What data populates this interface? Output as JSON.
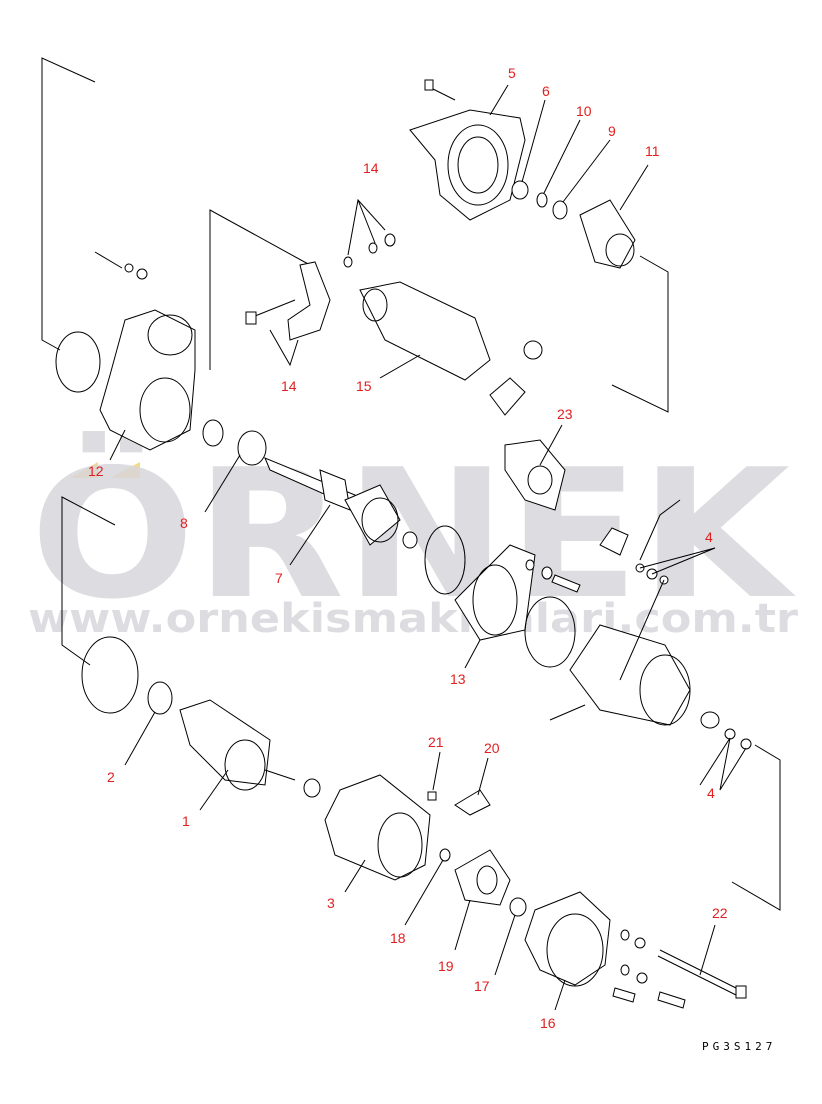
{
  "watermark": {
    "brand": "ÖRNEK",
    "url": "www.ornekismakinalari.com.tr",
    "dot_color": "#f5d98a",
    "text_color": "#d8d6dc"
  },
  "callout_color": "#e02020",
  "drawing_code": "PG3S127",
  "callouts": [
    {
      "id": "c5",
      "label": "5"
    },
    {
      "id": "c6",
      "label": "6"
    },
    {
      "id": "c10",
      "label": "10"
    },
    {
      "id": "c9",
      "label": "9"
    },
    {
      "id": "c11",
      "label": "11"
    },
    {
      "id": "c14a",
      "label": "14"
    },
    {
      "id": "c14b",
      "label": "14"
    },
    {
      "id": "c15",
      "label": "15"
    },
    {
      "id": "c23",
      "label": "23"
    },
    {
      "id": "c12",
      "label": "12"
    },
    {
      "id": "c8",
      "label": "8"
    },
    {
      "id": "c7",
      "label": "7"
    },
    {
      "id": "c4a",
      "label": "4"
    },
    {
      "id": "c13",
      "label": "13"
    },
    {
      "id": "c2",
      "label": "2"
    },
    {
      "id": "c1",
      "label": "1"
    },
    {
      "id": "c21",
      "label": "21"
    },
    {
      "id": "c20",
      "label": "20"
    },
    {
      "id": "c4b",
      "label": "4"
    },
    {
      "id": "c3",
      "label": "3"
    },
    {
      "id": "c22",
      "label": "22"
    },
    {
      "id": "c18",
      "label": "18"
    },
    {
      "id": "c19",
      "label": "19"
    },
    {
      "id": "c17",
      "label": "17"
    },
    {
      "id": "c16",
      "label": "16"
    }
  ]
}
